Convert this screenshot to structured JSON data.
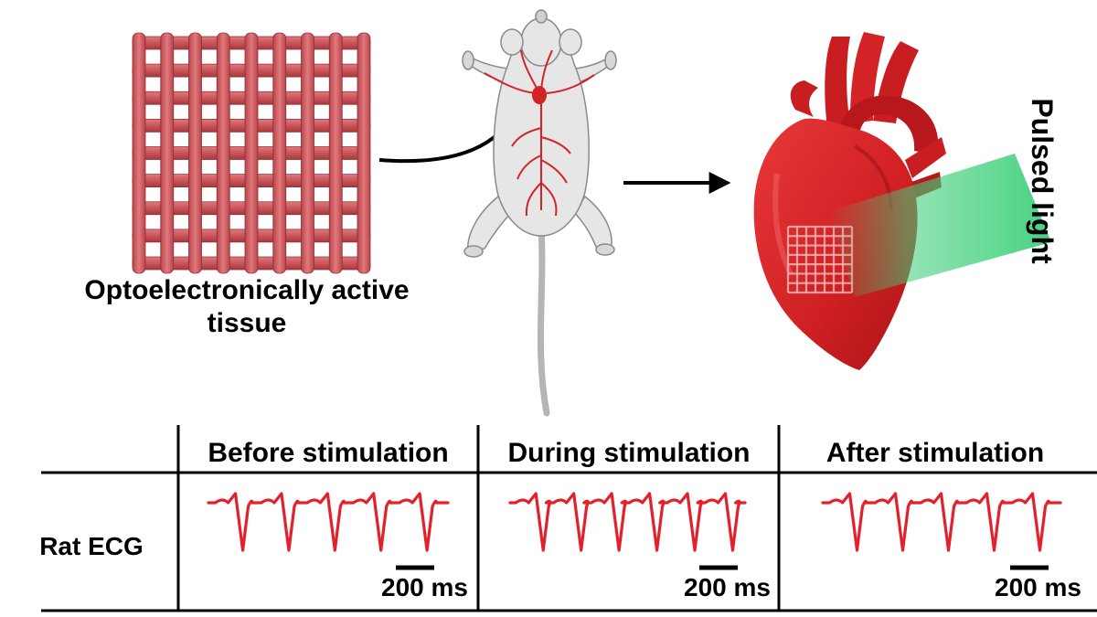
{
  "labels": {
    "tissue_line1": "Optoelectronically active",
    "tissue_line2": "tissue",
    "pulsed_light": "Pulsed light",
    "row_label": "Rat ECG",
    "scale_bar": "200 ms"
  },
  "columns": [
    {
      "title": "Before stimulation",
      "beats": 5
    },
    {
      "title": "During stimulation",
      "beats": 6
    },
    {
      "title": "After stimulation",
      "beats": 5
    }
  ],
  "colors": {
    "scaffold": "#c9555a",
    "heart": "#d42326",
    "vessel": "#d42326",
    "light_beam": "#3ecf7a",
    "ecg_trace": "#e3212b",
    "rat_body": "#e6e6e6"
  }
}
